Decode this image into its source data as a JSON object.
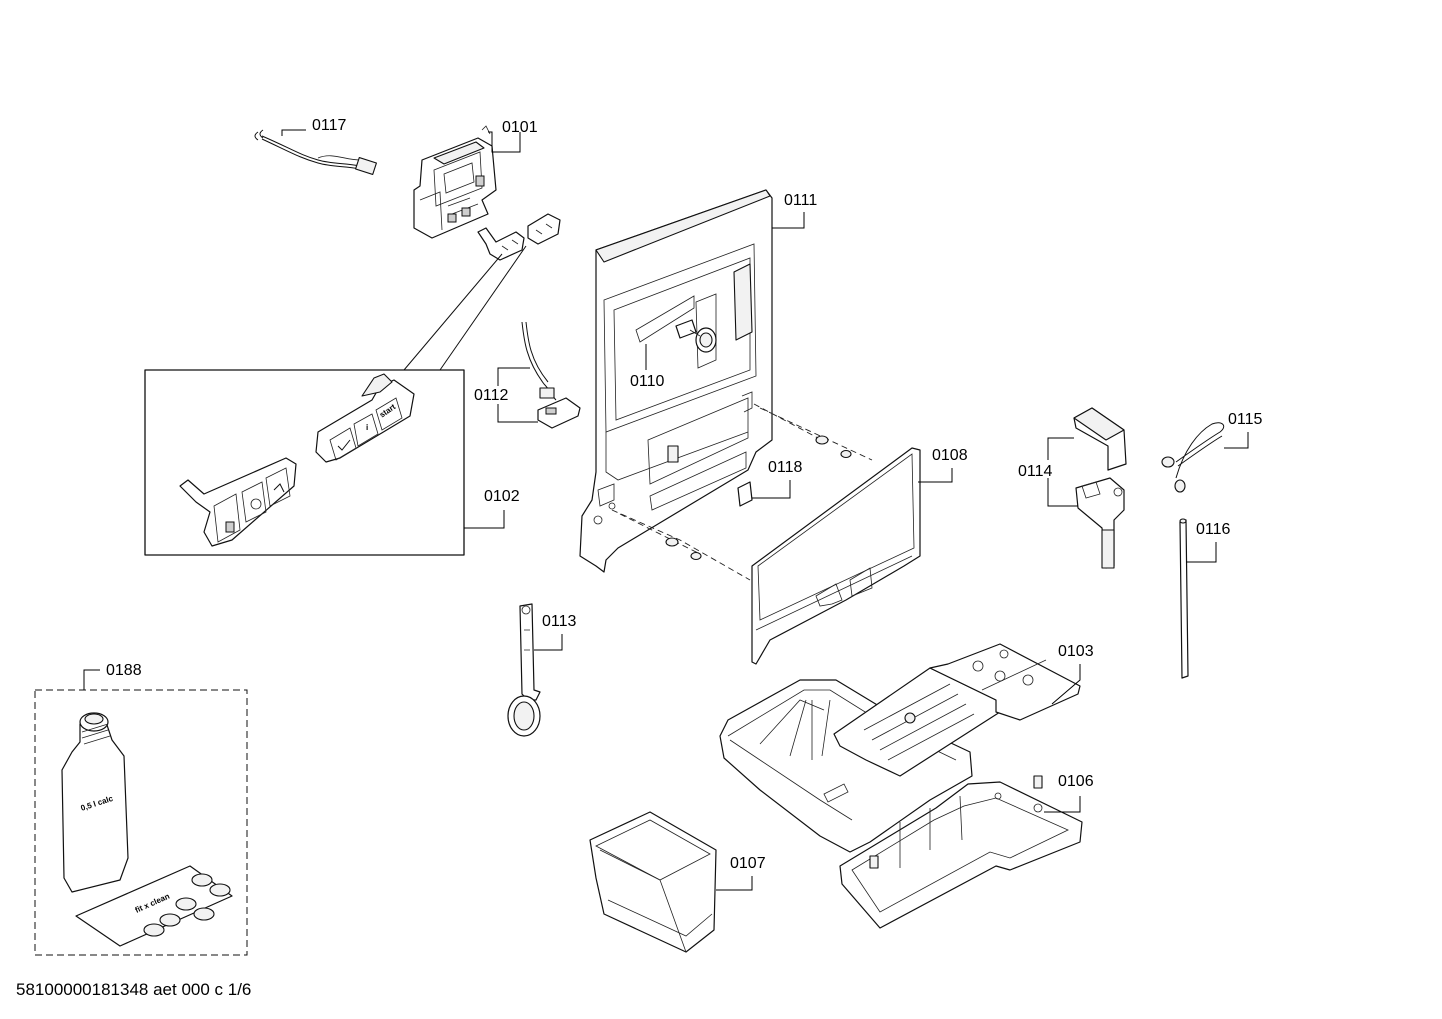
{
  "diagram": {
    "footer_code": "58100000181348 aet 000 c 1/6",
    "callouts": {
      "p0117": "0117",
      "p0101": "0101",
      "p0111": "0111",
      "p0110": "0110",
      "p0112": "0112",
      "p0102": "0102",
      "p0118": "0118",
      "p0108": "0108",
      "p0114": "0114",
      "p0115": "0115",
      "p0116": "0116",
      "p0113": "0113",
      "p0188": "0188",
      "p0103": "0103",
      "p0106": "0106",
      "p0107": "0107"
    },
    "part_markings": {
      "bottle_label": "0,5 l calc",
      "tablet_pack_label": "fit x clean",
      "button_start": "start",
      "button_info": "i"
    }
  }
}
